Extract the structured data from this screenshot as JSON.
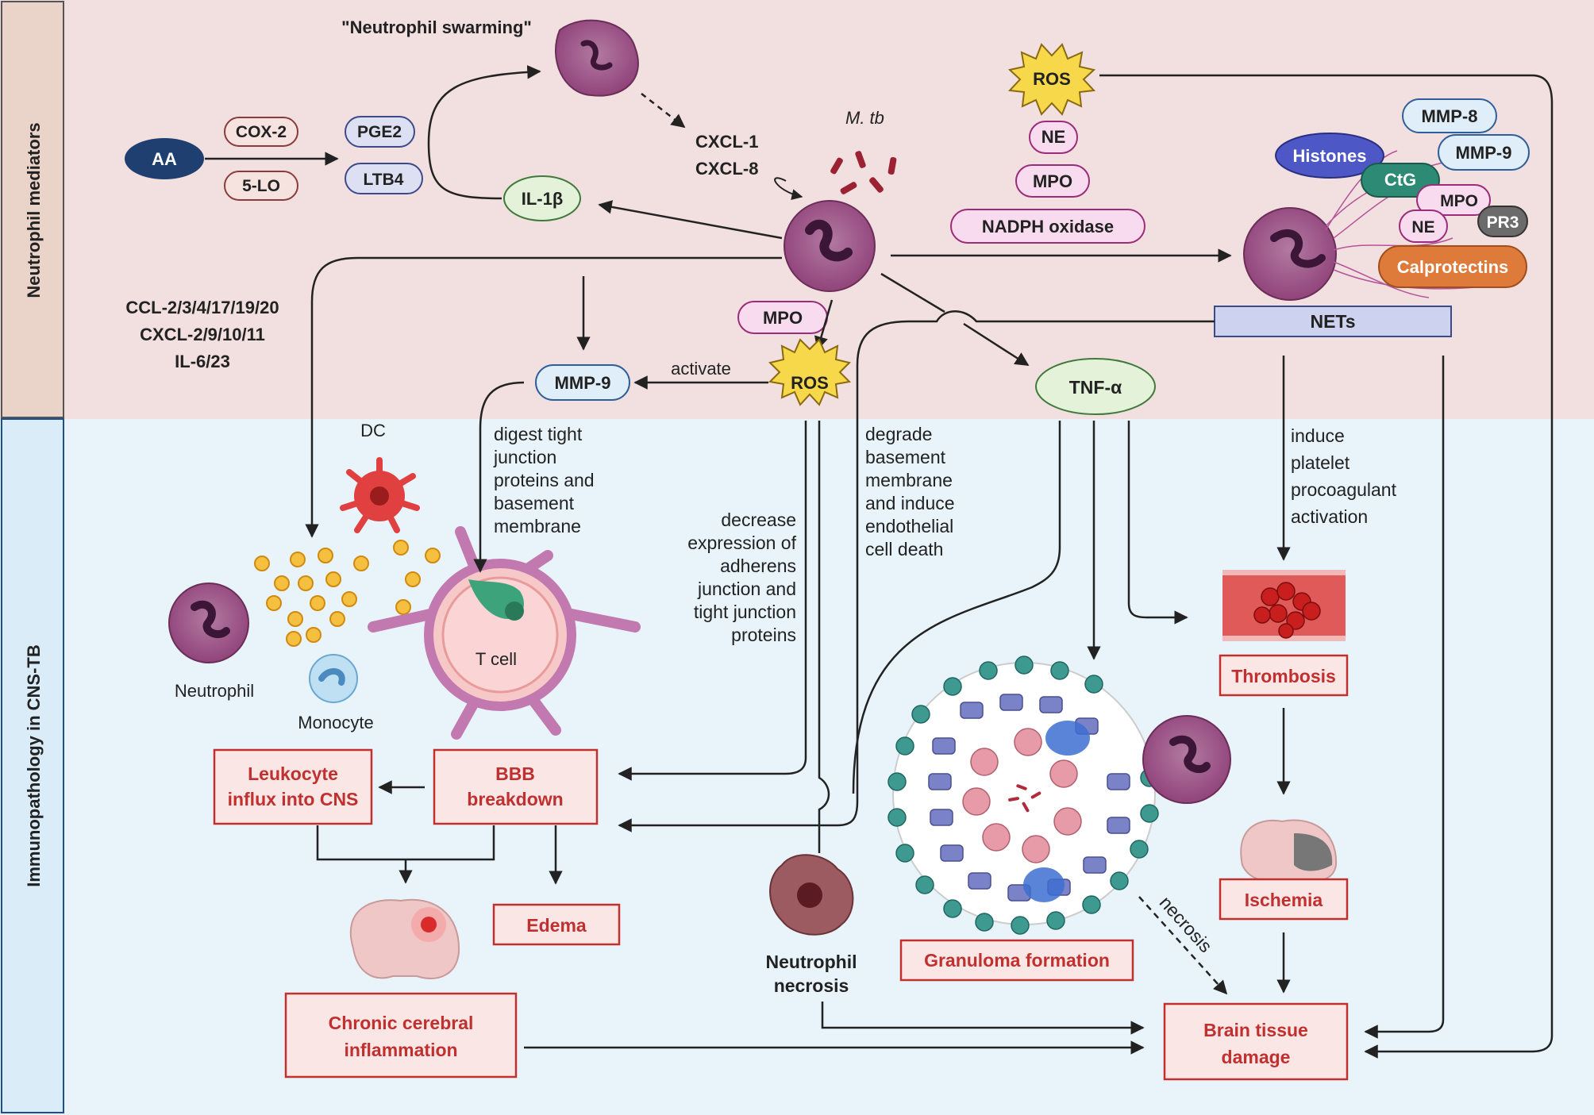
{
  "sections": {
    "top": "Neutrophil mediators",
    "bottom": "Immunopathology in CNS-TB"
  },
  "nodes": {
    "aa": "AA",
    "cox2": "COX-2",
    "lo5": "5-LO",
    "pge2": "PGE2",
    "ltb4": "LTB4",
    "il1b": "IL-1β",
    "swarming": "\"Neutrophil swarming\"",
    "cxcl1": "CXCL-1",
    "cxcl8": "CXCL-8",
    "mtb": "M. tb",
    "ros_top": "ROS",
    "ne_top": "NE",
    "mpo_top": "MPO",
    "nadph": "NADPH oxidase",
    "mmp8": "MMP-8",
    "mmp9_net": "MMP-9",
    "histones": "Histones",
    "ctg": "CtG",
    "mpo_net": "MPO",
    "ne_net": "NE",
    "pr3": "PR3",
    "calpro": "Calprotectins",
    "nets": "NETs",
    "chemokines": [
      "CCL-2/3/4/17/19/20",
      "CXCL-2/9/10/11",
      "IL-6/23"
    ],
    "mpo_mid": "MPO",
    "mmp9": "MMP-9",
    "activate": "activate",
    "ros_mid": "ROS",
    "tnfa": "TNF-α",
    "dc": "DC",
    "neutrophil": "Neutrophil",
    "monocyte": "Monocyte",
    "tcell": "T cell",
    "digest": [
      "digest tight",
      "junction",
      "proteins and",
      "basement",
      "membrane"
    ],
    "decrease": [
      "decrease",
      "expression of",
      "adherens",
      "junction and",
      "tight junction",
      "proteins"
    ],
    "degrade": [
      "degrade",
      "basement",
      "membrane",
      "and induce",
      "endothelial",
      "cell death"
    ],
    "induce": [
      "induce",
      "platelet",
      "procoagulant",
      "activation"
    ],
    "leukocyte": [
      "Leukocyte",
      "influx into CNS"
    ],
    "bbb": [
      "BBB",
      "breakdown"
    ],
    "edema": "Edema",
    "chronic": [
      "Chronic cerebral",
      "inflammation"
    ],
    "necrosis_cell": [
      "Neutrophil",
      "necrosis"
    ],
    "granuloma": "Granuloma formation",
    "necrosis": "necrosis",
    "thrombosis": "Thrombosis",
    "ischemia": "Ischemia",
    "damage": [
      "Brain tissue",
      "damage"
    ]
  },
  "colors": {
    "top_bg": "#f2dfdf",
    "bottom_bg": "#e8f4fa",
    "top_side": "#ead3c8",
    "bottom_side": "#d9ecf7",
    "outcome_red": "#c0302f",
    "neutrophil": "#9b4d83"
  }
}
